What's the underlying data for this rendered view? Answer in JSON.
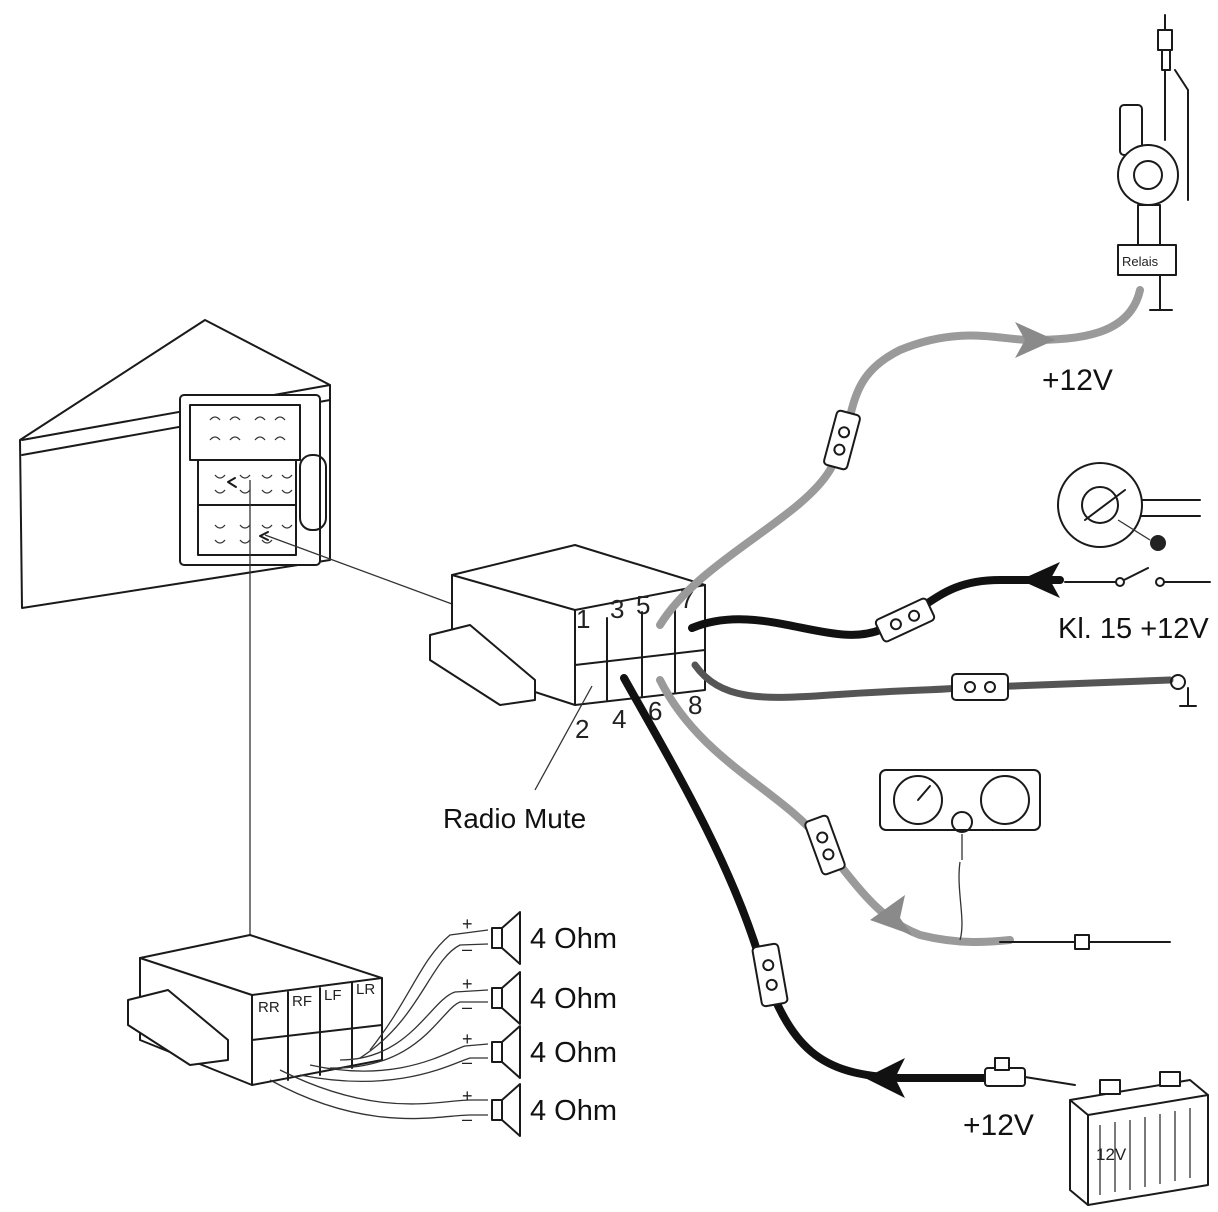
{
  "labels": {
    "relay": "Relais",
    "antenna_power": "+12V",
    "ignition": "Kl. 15 +12V",
    "battery_power": "+12V",
    "battery": "12V",
    "radio_mute": "Radio Mute"
  },
  "pins": [
    "1",
    "3",
    "5",
    "7",
    "2",
    "4",
    "6",
    "8"
  ],
  "speaker_channels": [
    "RR",
    "RF",
    "LF",
    "LR"
  ],
  "speakers": [
    {
      "impedance": "4 Ohm",
      "plus": "+",
      "minus": "–"
    },
    {
      "impedance": "4 Ohm",
      "plus": "+",
      "minus": "–"
    },
    {
      "impedance": "4 Ohm",
      "plus": "+",
      "minus": "–"
    },
    {
      "impedance": "4 Ohm",
      "plus": "+",
      "minus": "–"
    }
  ],
  "colors": {
    "wire_gray": "#9a9a9a",
    "wire_black": "#111111",
    "wire_dark": "#555555"
  }
}
